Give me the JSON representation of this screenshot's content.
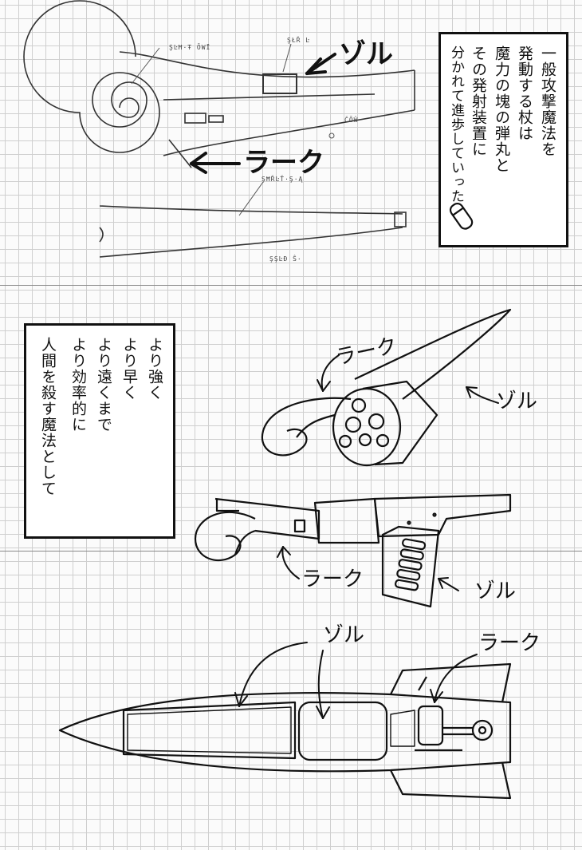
{
  "top_narration": [
    "一般攻撃魔法を",
    "発動する杖は",
    "魔力の塊の弾丸と",
    "その発射装置に",
    "分かれて進歩していった"
  ],
  "mid_narration": [
    "より強く",
    "より早く",
    "より遠くまで",
    "より効率的に",
    "人間を殺す魔法として"
  ],
  "labels": {
    "zoru": "ゾル",
    "raku": "ラーク"
  },
  "blueprint_tags": {
    "tag1": "ŞĿĦ·Ŧ ŌWĪ",
    "tag2": "ŞŁŘ Ŀ",
    "tag3": "ČŌŴ",
    "tag4": "ŞĦŘĿŤ·Ş·Ą",
    "tag5": "ŞŞĿĐ Ŝ·"
  }
}
